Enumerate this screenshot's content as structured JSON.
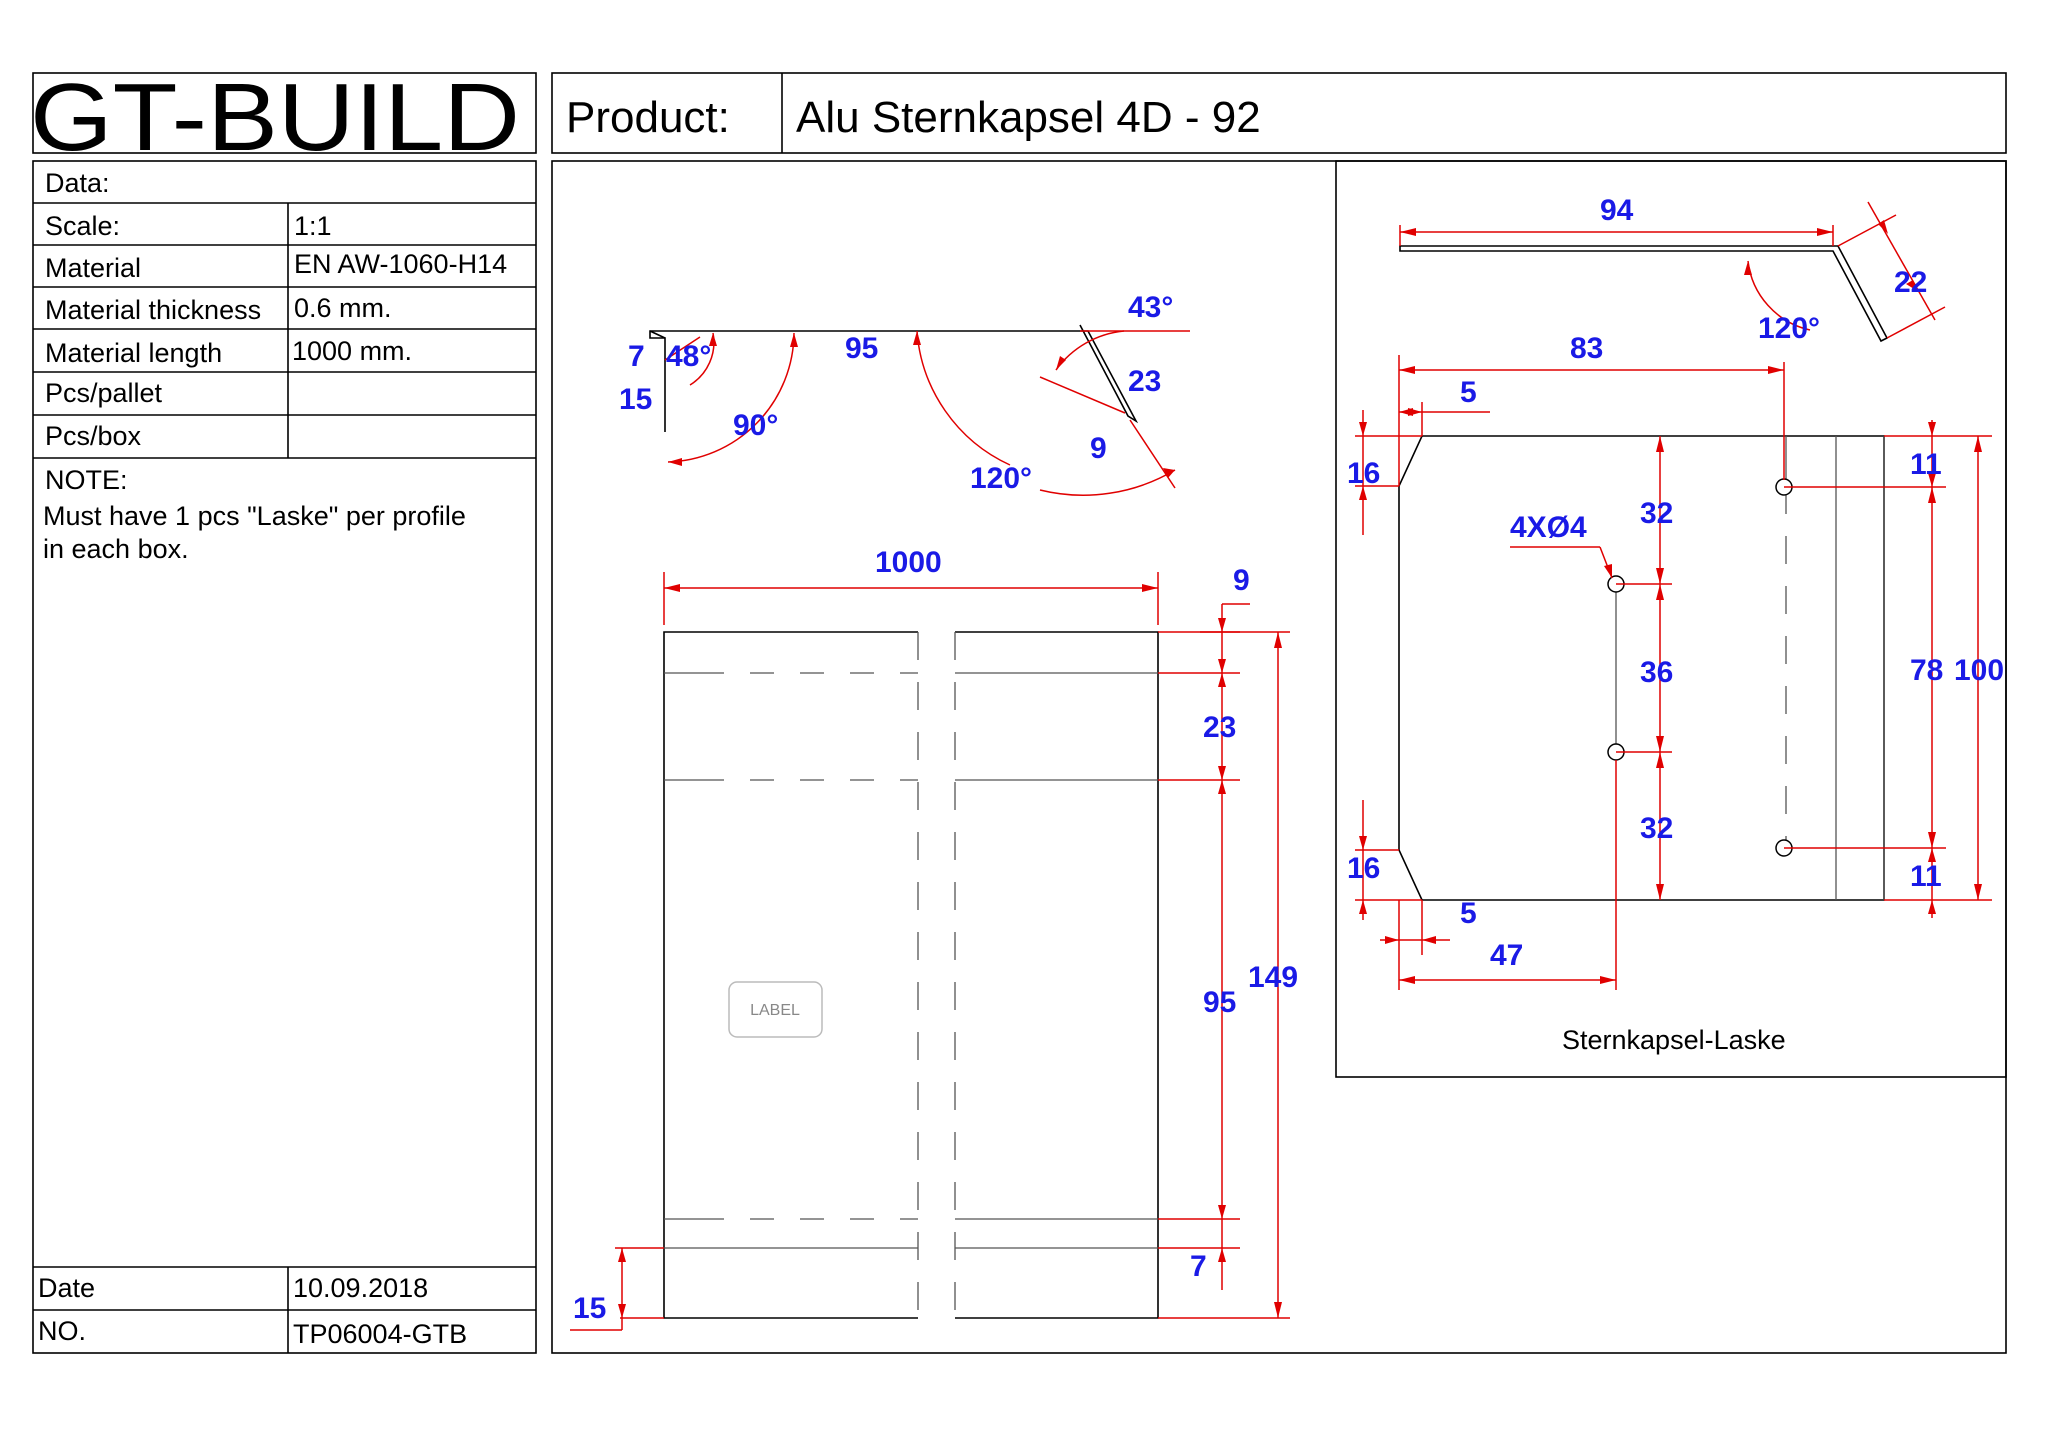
{
  "title_block": {
    "logo": "GT-BUILD",
    "product_label": "Product:",
    "product_name": "Alu Sternkapsel 4D - 92",
    "data_label": "Data:",
    "rows": [
      {
        "label": "Scale:",
        "value": "1:1"
      },
      {
        "label": "Material",
        "value": "EN AW-1060-H14"
      },
      {
        "label": "Material thickness",
        "value": "0.6 mm."
      },
      {
        "label": "Material length",
        "value": "1000 mm."
      },
      {
        "label": "Pcs/pallet",
        "value": ""
      },
      {
        "label": "Pcs/box",
        "value": ""
      }
    ],
    "note_label": "NOTE:",
    "note_lines": [
      "Must have 1 pcs \"Laske\" per profile",
      "in each box."
    ],
    "date_label": "Date",
    "date_value": "10.09.2018",
    "no_label": "NO.",
    "no_value": "TP06004-GTB"
  },
  "profile_section": {
    "dims": {
      "lip_top": "7",
      "angle_left": "48°",
      "lip_height": "15",
      "angle_bottom": "90°",
      "top_width": "95",
      "angle_wing": "120°",
      "angle_tip": "43°",
      "wing_length": "23",
      "hem": "9"
    }
  },
  "front_view": {
    "width": "1000",
    "label_text": "LABEL",
    "dims": {
      "top_hem": "9",
      "wing": "23",
      "face": "95",
      "lip": "7",
      "total": "149",
      "bottom_lip": "15"
    }
  },
  "laske": {
    "caption": "Sternkapsel-Laske",
    "dims": {
      "top_length": "94",
      "bend_leg": "22",
      "bend_angle": "120°",
      "hole_span": "83",
      "chamfer_top_x": "5",
      "chamfer_top_y": "16",
      "holes": "4XØ4",
      "hole_top": "32",
      "hole_mid": "36",
      "hole_bottom": "32",
      "chamfer_bottom_y": "16",
      "chamfer_bottom_x": "5",
      "hole_x": "47",
      "edge_top": "11",
      "inner_height": "78",
      "total_height": "100",
      "edge_bottom": "11"
    }
  }
}
